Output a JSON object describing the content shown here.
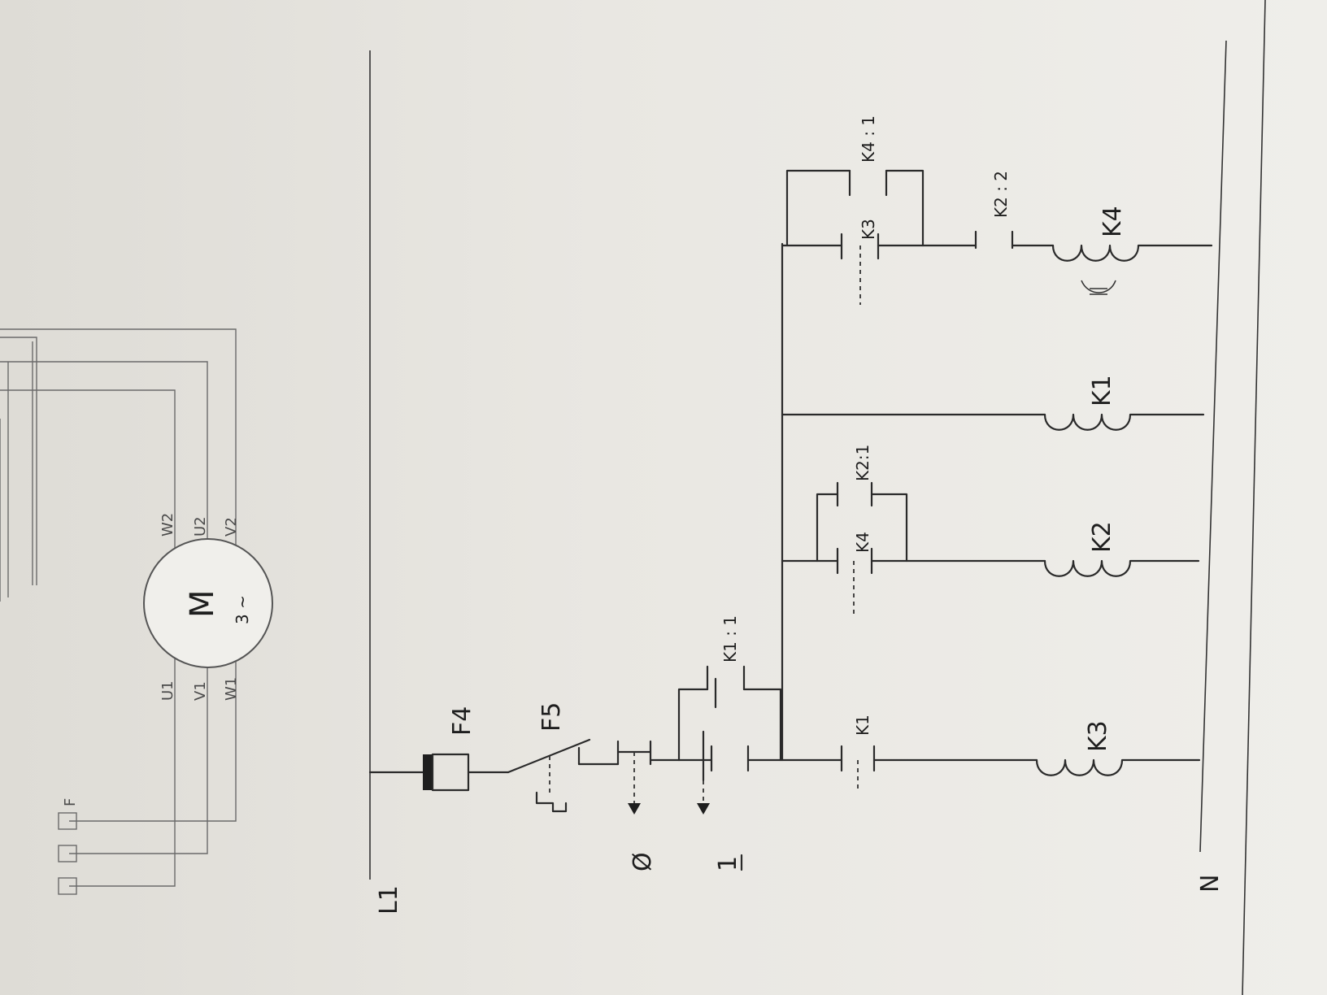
{
  "rails": {
    "supply": "L1",
    "neutral": "N"
  },
  "protection": {
    "fuse": "F4",
    "overload": "F5"
  },
  "buttons": {
    "stop": "Ø",
    "start": "1"
  },
  "contacts": {
    "k1_hold": "K1 : 1",
    "k1": "K1",
    "k4": "K4",
    "k2_1": "K2:1",
    "k3": "K3",
    "k4_1": "K4 : 1",
    "k2_2": "K2 : 2"
  },
  "coils": [
    "K3",
    "K2",
    "K1",
    "K4"
  ],
  "motor": {
    "symbol": "M",
    "phase": "3 ~",
    "fuse": "F",
    "terminals": [
      "U1",
      "V1",
      "W1",
      "W2",
      "U2",
      "V2"
    ]
  }
}
